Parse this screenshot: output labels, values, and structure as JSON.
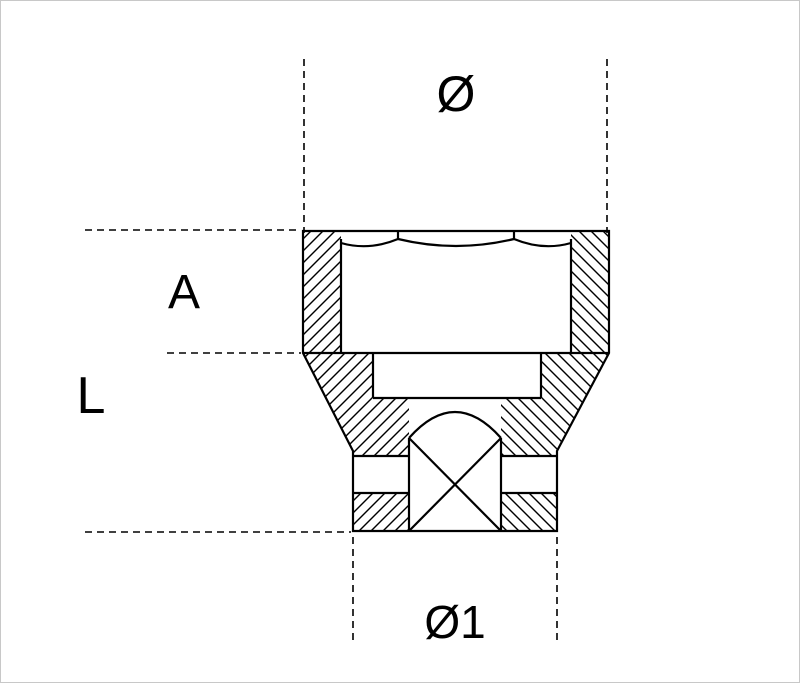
{
  "labels": {
    "top_diameter": "Ø",
    "dim_a": "A",
    "dim_l": "L",
    "bottom_diameter": "Ø1"
  },
  "colors": {
    "line": "#000000",
    "background": "#ffffff",
    "page_border": "#c8c8c8"
  }
}
